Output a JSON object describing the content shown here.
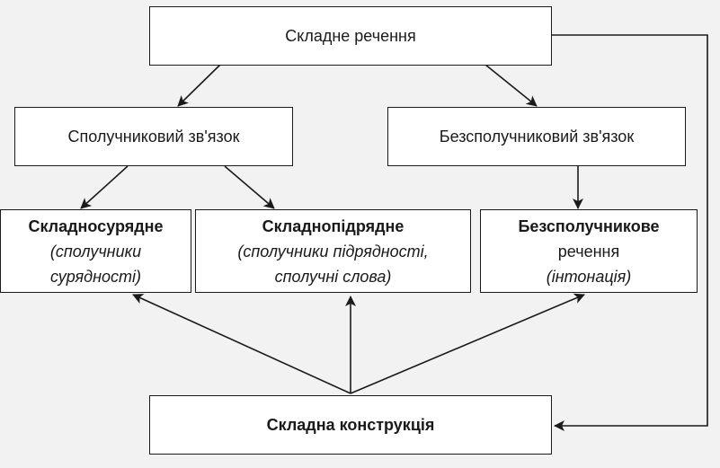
{
  "diagram": {
    "root": {
      "label": "Складне речення"
    },
    "links": {
      "conjunctive": "Сполучниковий зв'язок",
      "nonconjunctive": "Безсполучниковий зв'язок"
    },
    "types": {
      "compound": {
        "title": "Складносурядне",
        "line1": "(сполучники",
        "line2": "сурядності)"
      },
      "complex": {
        "title": "Складнопідрядне",
        "line1": "(сполучники підрядності,",
        "line2": "сполучні слова)"
      },
      "asyndetic": {
        "title": "Безсполучникове",
        "line1": "речення",
        "line2": "(інтонація)"
      }
    },
    "construction": {
      "label": "Складна конструкція"
    },
    "colors": {
      "line": "#1a1a1a",
      "box_fill": "#ffffff",
      "background": "#f2f2f2"
    }
  }
}
